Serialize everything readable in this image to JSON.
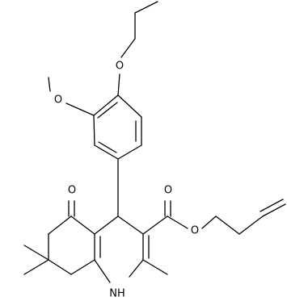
{
  "atom_labels": {
    "methoxy_oxygen": "O",
    "propoxy_oxygen": "O",
    "ketone_oxygen": "O",
    "carbonyl_oxygen": "O",
    "ester_oxygen": "O",
    "ring_nitrogen": "NH"
  },
  "colors": {
    "bond": "#000000",
    "label": "#000000",
    "background": "#ffffff"
  }
}
